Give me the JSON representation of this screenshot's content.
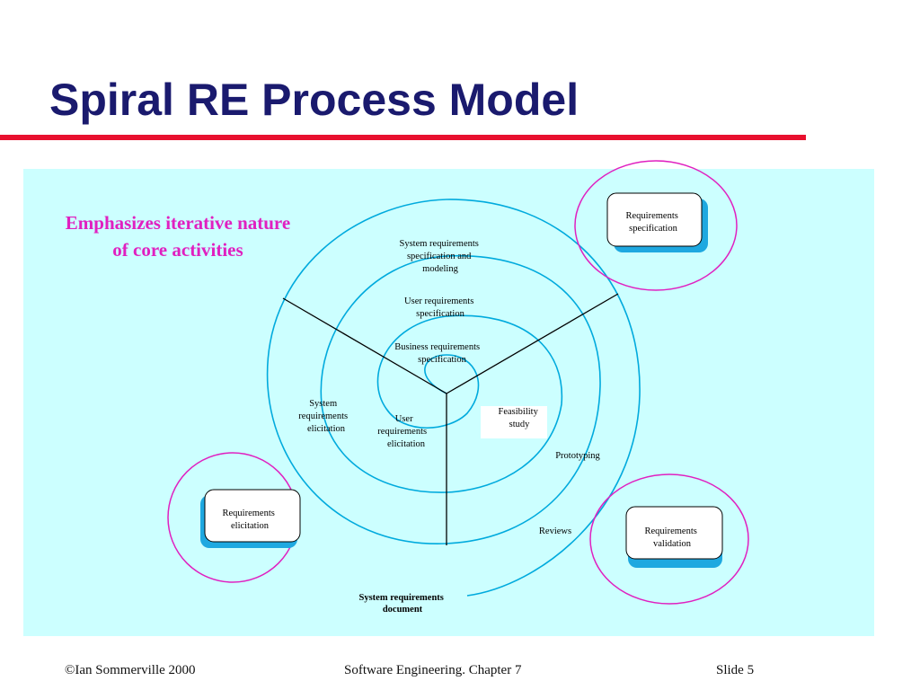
{
  "title": "Spiral RE Process Model",
  "emphasis": [
    "Emphasizes iterative nature",
    "of core activities"
  ],
  "spiral_labels": {
    "sys_spec": [
      "System requirements",
      "specification and",
      "modeling"
    ],
    "user_spec": [
      "User requirements",
      "specification"
    ],
    "business_spec": [
      "Business requirements",
      "specification"
    ],
    "sys_elicit": [
      "System",
      "requirements",
      "elicitation"
    ],
    "user_elicit": [
      "User",
      "requirements",
      "elicitation"
    ],
    "feasibility": [
      "Feasibility",
      "study"
    ],
    "prototyping": "Prototyping",
    "reviews": "Reviews",
    "sys_doc": [
      "System requirements",
      "document"
    ]
  },
  "boxes": {
    "specification": [
      "Requirements",
      "specification"
    ],
    "elicitation": [
      "Requirements",
      "elicitation"
    ],
    "validation": [
      "Requirements",
      "validation"
    ]
  },
  "footer": {
    "left": "©Ian Sommerville 2000",
    "middle": "Software Engineering. Chapter 7",
    "right": "Slide  5"
  },
  "colors": {
    "title": "#1a1a6e",
    "title_rule": "#e8102e",
    "panel": "#ccffff",
    "spiral": "#00aadd",
    "highlight_circle": "#e020c0",
    "box_shadow": "#1ea8e0"
  }
}
